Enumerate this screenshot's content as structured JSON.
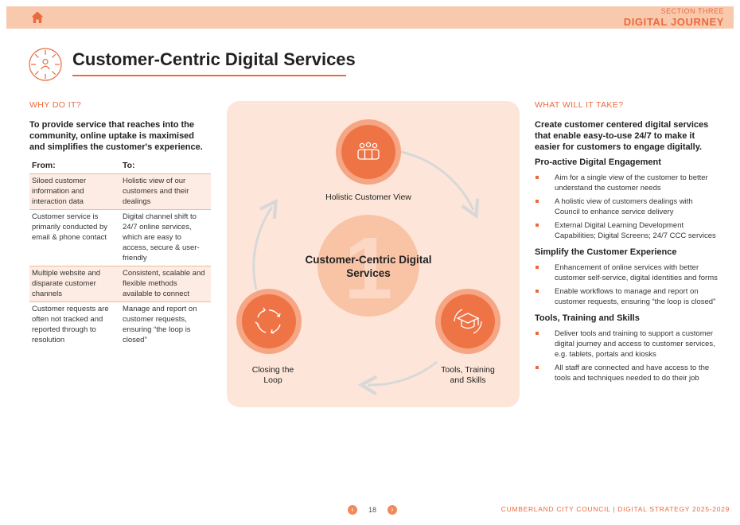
{
  "header": {
    "section_label": "SECTION THREE",
    "section_title": "DIGITAL JOURNEY",
    "page_title": "Customer-Centric Digital Services"
  },
  "left": {
    "heading": "WHY DO IT?",
    "intro": "To provide service that reaches into the community, online uptake is maximised and simplifies the customer's experience.",
    "table": {
      "col_from": "From:",
      "col_to": "To:",
      "rows": [
        {
          "from": "Siloed customer information and interaction data",
          "to": "Holistic view of our customers and their dealings"
        },
        {
          "from": "Customer service is primarily conducted by email & phone contact",
          "to": "Digital channel shift to 24/7 online services, which are easy to access, secure & user-friendly"
        },
        {
          "from": "Multiple website and disparate customer channels",
          "to": "Consistent, scalable and flexible methods available to connect"
        },
        {
          "from": "Customer requests are often not tracked and reported through to resolution",
          "to": "Manage and report on customer requests, ensuring “the loop is closed”"
        }
      ]
    }
  },
  "diagram": {
    "center_label": "Customer-Centric Digital Services",
    "center_number": "1",
    "nodes": [
      {
        "label": "Holistic Customer View",
        "icon": "people-group-icon"
      },
      {
        "label": "Tools, Training and Skills",
        "icon": "graduation-cap-icon"
      },
      {
        "label": "Closing the Loop",
        "icon": "cycle-arrows-icon"
      }
    ]
  },
  "right": {
    "heading": "WHAT WILL IT TAKE?",
    "intro": "Create customer centered digital services that enable easy-to-use 24/7 to make it easier for customers to engage digitally.",
    "groups": [
      {
        "title": "Pro-active Digital Engagement",
        "items": [
          "Aim for a single view of the customer to better understand the customer needs",
          "A holistic view of customers dealings with Council to enhance service delivery",
          "External Digital Learning Development Capabilities; Digital Screens; 24/7 CCC services"
        ]
      },
      {
        "title": "Simplify the Customer Experience",
        "items": [
          "Enhancement of online services with better customer self-service, digital identities and forms",
          "Enable workflows to manage and report on customer requests, ensuring “the loop is closed”"
        ]
      },
      {
        "title": "Tools, Training and Skills",
        "items": [
          "Deliver tools and training to support a customer digital journey and access to customer services, e.g. tablets, portals and kiosks",
          "All staff are connected and have access to the tools and techniques needed to do their job"
        ]
      }
    ]
  },
  "footer": {
    "page_number": "18",
    "text": "CUMBERLAND CITY COUNCIL | DIGITAL STRATEGY 2025-2029"
  },
  "colors": {
    "accent": "#ea6a3e",
    "band": "#f9c9ae",
    "panel": "#fde6d9",
    "node_ring": "#f6a684",
    "node_fill": "#ee7446",
    "center_circle": "#f9c3a6"
  }
}
